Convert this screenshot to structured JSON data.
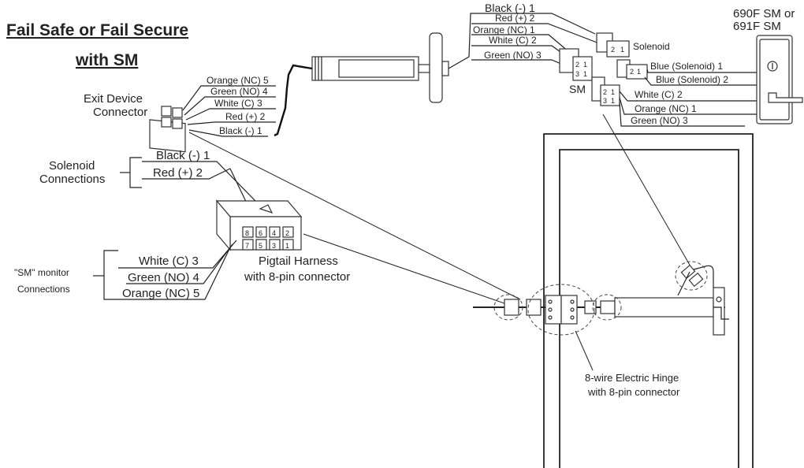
{
  "title": {
    "line1": "Fail Safe or Fail Secure",
    "line2": "with SM"
  },
  "lock": {
    "model": [
      "690F SM or",
      "691F SM"
    ]
  },
  "top_wires": [
    "Black (-) 1",
    "Red (+) 2",
    "Orange (NC) 1",
    "White (C) 2",
    "Green (NO) 3"
  ],
  "solenoid_label": "Solenoid",
  "sm_label": "SM",
  "lock_wires": [
    "Blue (Solenoid) 1",
    "Blue (Solenoid) 2",
    "White (C) 2",
    "Orange (NC) 1",
    "Green (NO) 3"
  ],
  "exit_device": {
    "label": [
      "Exit Device",
      "Connector"
    ],
    "wires": [
      "Orange (NC) 5",
      "Green (NO) 4",
      "White (C) 3",
      "Red (+) 2",
      "Black (-) 1"
    ]
  },
  "solenoid_connections": {
    "label": [
      "Solenoid",
      "Connections"
    ],
    "wires": [
      "Black (-) 1",
      "Red (+) 2"
    ]
  },
  "sm_connections": {
    "label": [
      "\"SM\" monitor",
      "Connections"
    ],
    "wires": [
      "White (C) 3",
      "Green (NO) 4",
      "Orange (NC) 5"
    ]
  },
  "pigtail": {
    "label": [
      "Pigtail Harness",
      "with 8-pin connector"
    ],
    "pins_top": [
      "8",
      "6",
      "4",
      "2"
    ],
    "pins_bottom": [
      "7",
      "5",
      "3",
      "1"
    ]
  },
  "hinge": {
    "label": [
      "8-wire Electric Hinge",
      "with 8-pin connector"
    ]
  },
  "colors": {
    "line": "#222222",
    "background": "#ffffff"
  }
}
